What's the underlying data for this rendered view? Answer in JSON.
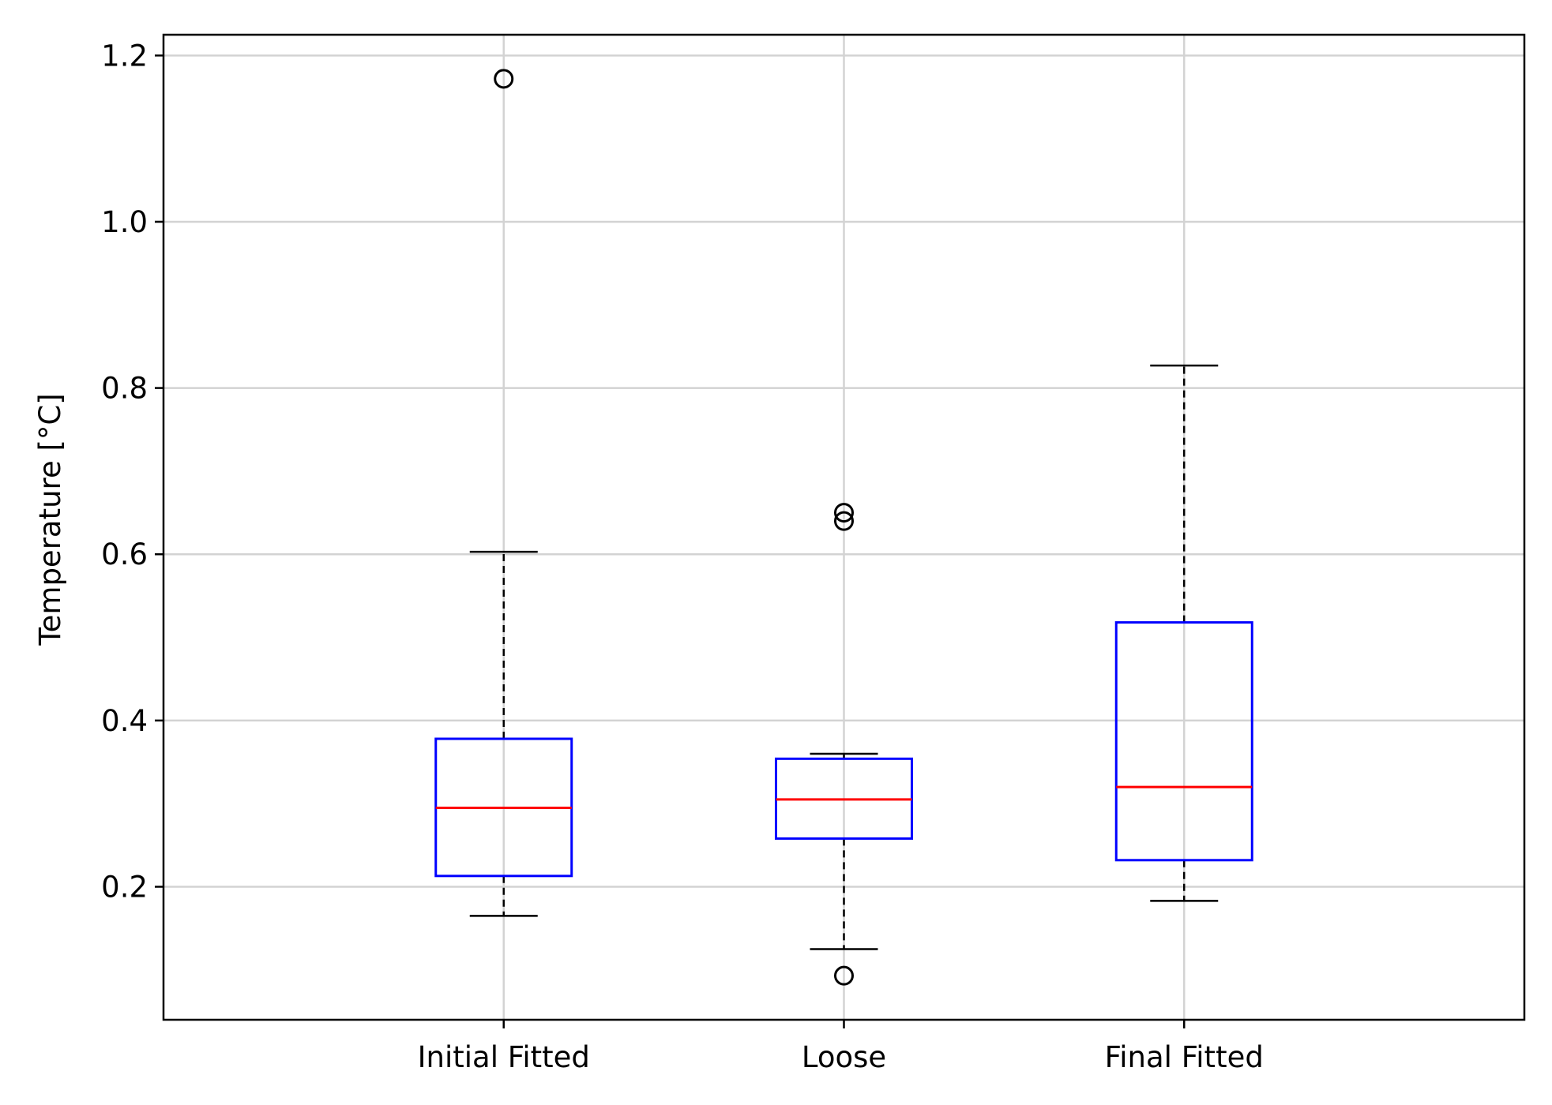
{
  "chart_data": {
    "type": "box",
    "title": "",
    "xlabel": "",
    "ylabel": "Temperature [°C]",
    "ylim": [
      0.04,
      1.225
    ],
    "yticks": [
      "0.2",
      "0.4",
      "0.6",
      "0.8",
      "1.0",
      "1.2"
    ],
    "ytick_values": [
      0.2,
      0.4,
      0.6,
      0.8,
      1.0,
      1.2
    ],
    "grid": true,
    "categories": [
      "Initial Fitted",
      "Loose",
      "Final Fitted"
    ],
    "boxes": [
      {
        "whisker_low": 0.165,
        "q1": 0.213,
        "median": 0.295,
        "q3": 0.378,
        "whisker_high": 0.603,
        "outliers": [
          1.172
        ]
      },
      {
        "whisker_low": 0.125,
        "q1": 0.258,
        "median": 0.305,
        "q3": 0.354,
        "whisker_high": 0.36,
        "outliers": [
          0.093,
          0.64,
          0.65
        ]
      },
      {
        "whisker_low": 0.183,
        "q1": 0.232,
        "median": 0.32,
        "q3": 0.518,
        "whisker_high": 0.827,
        "outliers": []
      }
    ],
    "colors": {
      "box": "#0000ff",
      "median": "#ff0000",
      "whisker": "#000000",
      "grid": "#d3d3d3",
      "outlier": "#000000"
    }
  }
}
